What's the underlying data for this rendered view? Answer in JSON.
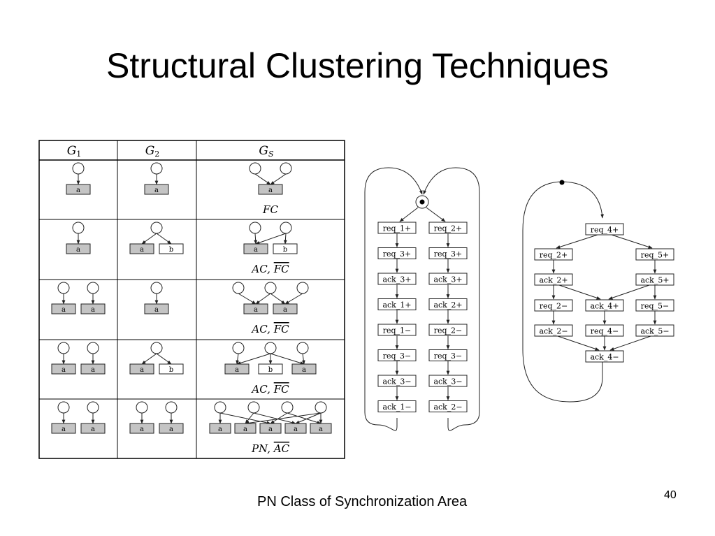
{
  "slide": {
    "title": "Structural Clustering Techniques",
    "caption": "PN Class of Synchronization Area",
    "page_number": "40"
  },
  "table": {
    "headers": [
      {
        "base": "G",
        "sub": "1"
      },
      {
        "base": "G",
        "sub": "2"
      },
      {
        "base": "G",
        "sub": "S"
      }
    ],
    "rows": [
      {
        "g1": {
          "places": 1,
          "transitions": [
            "a"
          ]
        },
        "g2": {
          "places": 1,
          "transitions": [
            "a"
          ]
        },
        "gs": {
          "places": 2,
          "transitions": [
            "a"
          ]
        },
        "label": [
          {
            "t": "FC",
            "over": false
          }
        ]
      },
      {
        "g1": {
          "places": 1,
          "transitions": [
            "a"
          ]
        },
        "g2": {
          "places": 1,
          "transitions": [
            "a",
            "b"
          ]
        },
        "gs": {
          "places": 2,
          "transitions": [
            "a",
            "b"
          ]
        },
        "label": [
          {
            "t": "AC",
            "over": false
          },
          {
            "t": ", ",
            "over": false
          },
          {
            "t": "FC",
            "over": true
          }
        ]
      },
      {
        "g1": {
          "places": 2,
          "transitions": [
            "a",
            "a"
          ]
        },
        "g2": {
          "places": 1,
          "transitions": [
            "a"
          ]
        },
        "gs": {
          "places": 3,
          "transitions": [
            "a",
            "a"
          ]
        },
        "label": [
          {
            "t": "AC",
            "over": false
          },
          {
            "t": ", ",
            "over": false
          },
          {
            "t": "FC",
            "over": true
          }
        ]
      },
      {
        "g1": {
          "places": 2,
          "transitions": [
            "a",
            "a"
          ]
        },
        "g2": {
          "places": 1,
          "transitions": [
            "a",
            "b"
          ]
        },
        "gs": {
          "places": 3,
          "transitions": [
            "a",
            "b",
            "a"
          ]
        },
        "label": [
          {
            "t": "AC",
            "over": false
          },
          {
            "t": ", ",
            "over": false
          },
          {
            "t": "FC",
            "over": true
          }
        ]
      },
      {
        "g1": {
          "places": 2,
          "transitions": [
            "a",
            "a"
          ]
        },
        "g2": {
          "places": 2,
          "transitions": [
            "a",
            "a"
          ]
        },
        "gs": {
          "places": 4,
          "transitions": [
            "a",
            "a",
            "a",
            "a",
            "a"
          ]
        },
        "label": [
          {
            "t": "PN",
            "over": false
          },
          {
            "t": ", ",
            "over": false
          },
          {
            "t": "AC",
            "over": true
          }
        ]
      }
    ]
  },
  "net_left": {
    "col1": [
      "req_1+",
      "req_3+",
      "ack_3+",
      "ack_1+",
      "req_1−",
      "req_3−",
      "ack_3−",
      "ack_1−"
    ],
    "col2": [
      "req_2+",
      "req_3+",
      "ack_3+",
      "ack_2+",
      "req_2−",
      "req_3−",
      "ack_3−",
      "ack_2−"
    ]
  },
  "net_right": {
    "top": "req_4+",
    "left": [
      "req_2+",
      "ack_2+",
      "req_2−",
      "ack_2−"
    ],
    "middle": [
      "ack_4+",
      "req_4−"
    ],
    "right": [
      "req_5+",
      "ack_5+",
      "req_5−",
      "ack_5−"
    ],
    "bottom": "ack_4−"
  }
}
